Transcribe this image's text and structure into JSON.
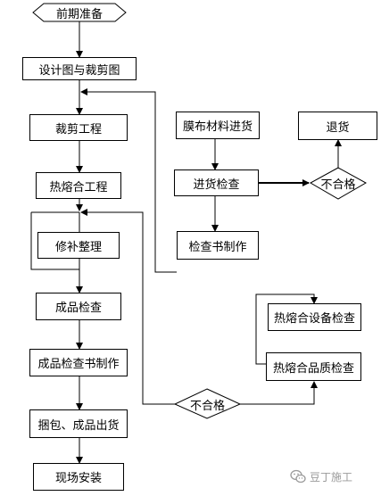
{
  "nodes": {
    "start": "前期准备",
    "design": "设计图与裁剪图",
    "cutting": "裁剪工程",
    "heat_welding": "热熔合工程",
    "repair": "修补整理",
    "product_check": "成品检查",
    "product_report": "成品检查书制作",
    "packing": "捆包、成品出货",
    "install": "现场安装",
    "membrane_in": "膜布材料进货",
    "incoming_check": "进货检查",
    "check_report": "检查书制作",
    "return": "退货",
    "reject_upper": "不合格",
    "equip_check": "热熔合设备检查",
    "quality_check": "热熔合品质检查",
    "reject_lower": "不合格"
  },
  "watermark": {
    "text": "豆丁施工",
    "icon": "wechat-icon"
  }
}
